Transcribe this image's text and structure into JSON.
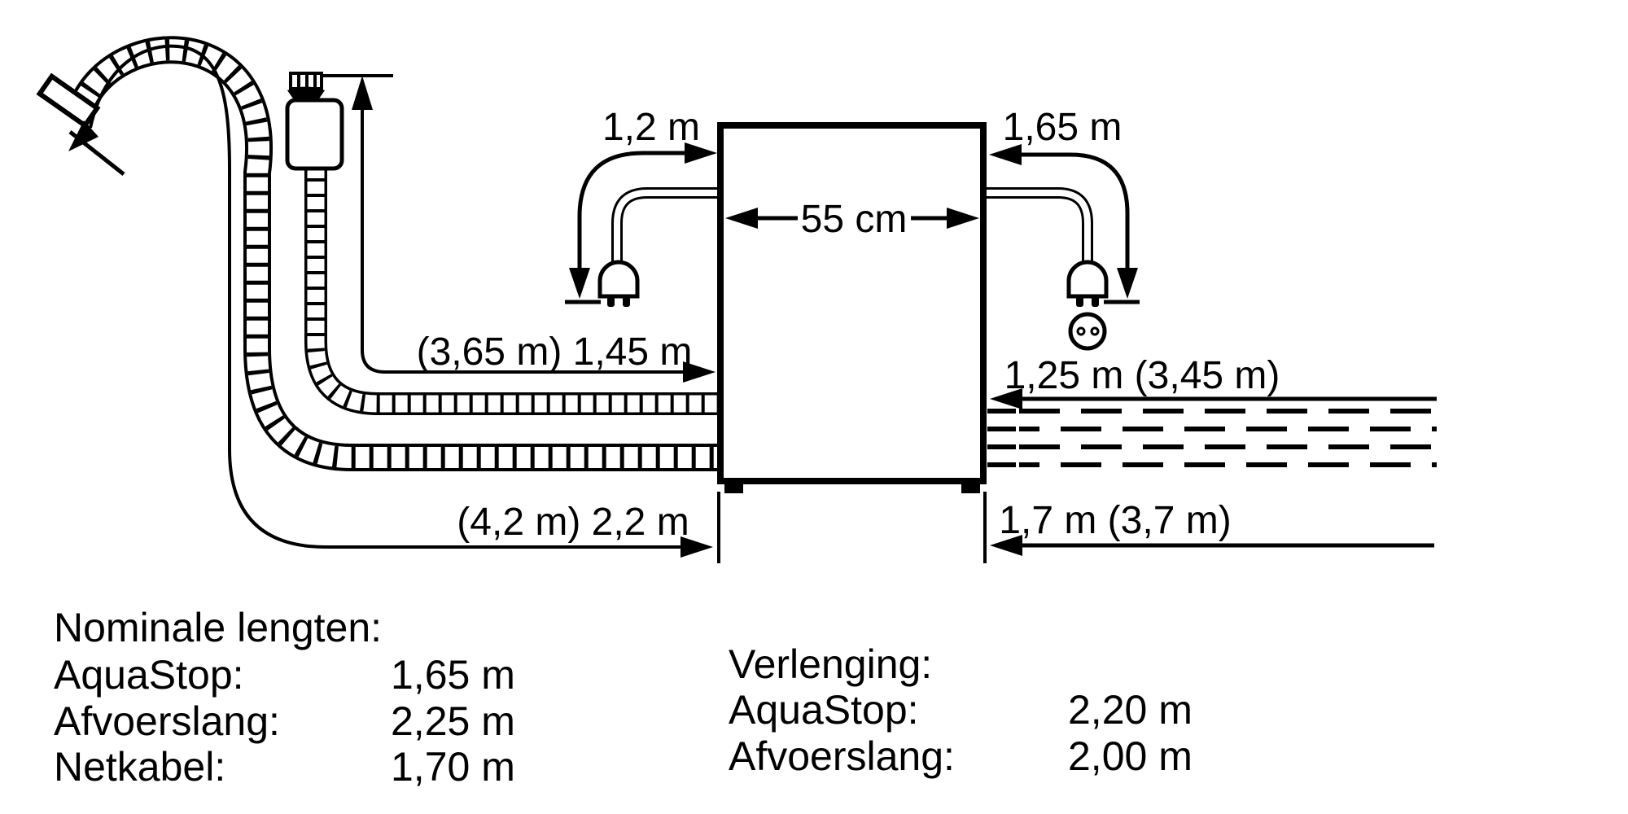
{
  "diagram": {
    "appliance": {
      "width_label": "55 cm"
    },
    "dimensions": {
      "cord_left": "1,2 m",
      "cord_right": "1,65 m",
      "aquastop_front": "(3,65 m) 1,45 m",
      "drain_front": "(4,2 m) 2,2 m",
      "supply_rear": "1,25 m (3,45 m)",
      "drain_rear": "1,7 m (3,7 m)"
    },
    "icons": [
      "aquastop-valve-icon",
      "drain-hose-icon",
      "power-plug-icon",
      "socket-icon",
      "ground-mark-icon"
    ]
  },
  "legend": {
    "nominal": {
      "title": "Nominale lengten:",
      "rows": [
        {
          "label": "AquaStop:",
          "value": "1,65 m"
        },
        {
          "label": "Afvoerslang:",
          "value": "2,25 m"
        },
        {
          "label": "Netkabel:",
          "value": "1,70 m"
        }
      ]
    },
    "extension": {
      "title": "Verlenging:",
      "rows": [
        {
          "label": "AquaStop:",
          "value": "2,20 m"
        },
        {
          "label": "Afvoerslang:",
          "value": "2,00 m"
        }
      ]
    }
  },
  "colors": {
    "ink": "#000000",
    "background": "#ffffff"
  }
}
